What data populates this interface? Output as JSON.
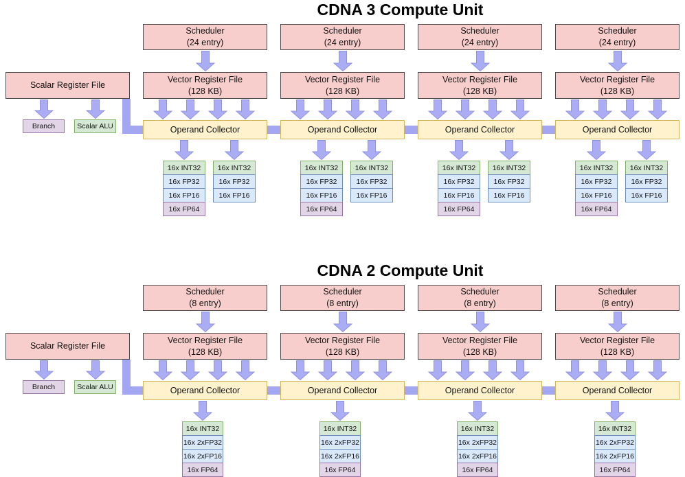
{
  "colors": {
    "pink_fill": "#f8cecc",
    "pink_border": "#4a4a4a",
    "yellow_fill": "#fff2cc",
    "yellow_border": "#d6b656",
    "green_fill": "#d5e8d4",
    "green_border": "#82b366",
    "blue_fill": "#dae8fc",
    "blue_border": "#6c8ebf",
    "purple_fill": "#e1d5e7",
    "purple_border": "#9673a6",
    "arrow_fill": "#aaadf3",
    "arrow_border": "#8f92e3",
    "bus_fill": "#a3a6f0",
    "text": "#111111"
  },
  "diagrams": [
    {
      "title": "CDNA 3 Compute Unit",
      "scalar_register_file_label": "Scalar Register File",
      "branch_label": "Branch",
      "scalar_alu_label": "Scalar ALU",
      "scheduler_lines": [
        "Scheduler",
        "(24 entry)"
      ],
      "vector_register_file_lines": [
        "Vector Register File",
        "(128 KB)"
      ],
      "operand_collector_label": "Operand Collector",
      "simd_group_count": 4,
      "exec_columns": [
        [
          {
            "label": "16x INT32",
            "kind": "int32"
          },
          {
            "label": "16x FP32",
            "kind": "fp"
          },
          {
            "label": "16x FP16",
            "kind": "fp"
          },
          {
            "label": "16x FP64",
            "kind": "fp64"
          }
        ],
        [
          {
            "label": "16x INT32",
            "kind": "int32"
          },
          {
            "label": "16x FP32",
            "kind": "fp"
          },
          {
            "label": "16x FP16",
            "kind": "fp"
          }
        ]
      ]
    },
    {
      "title": "CDNA 2 Compute Unit",
      "scalar_register_file_label": "Scalar Register File",
      "branch_label": "Branch",
      "scalar_alu_label": "Scalar ALU",
      "scheduler_lines": [
        "Scheduler",
        "(8 entry)"
      ],
      "vector_register_file_lines": [
        "Vector Register File",
        "(128 KB)"
      ],
      "operand_collector_label": "Operand Collector",
      "simd_group_count": 4,
      "exec_columns": [
        [
          {
            "label": "16x INT32",
            "kind": "int32"
          },
          {
            "label": "16x 2xFP32",
            "kind": "fp"
          },
          {
            "label": "16x 2xFP16",
            "kind": "fp"
          },
          {
            "label": "16x FP64",
            "kind": "fp64"
          }
        ]
      ]
    }
  ]
}
